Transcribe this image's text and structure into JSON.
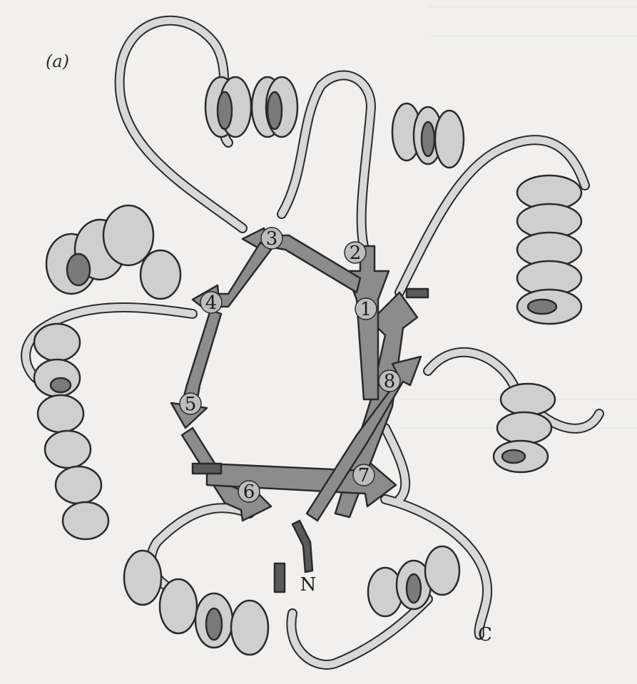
{
  "figure": {
    "panel_label": "(a)",
    "colors": {
      "background": "#f1f0ee",
      "helix_fill": "#cfcfcf",
      "helix_edge": "#2a2a2a",
      "strand_fill": "#8c8c8c",
      "strand_dark": "#5a5a5a",
      "loop_fill": "#d8d8d8"
    },
    "strand_labels": [
      "1",
      "2",
      "3",
      "4",
      "5",
      "6",
      "7",
      "8"
    ],
    "terminus_labels": {
      "n": "N",
      "c": "C"
    }
  }
}
